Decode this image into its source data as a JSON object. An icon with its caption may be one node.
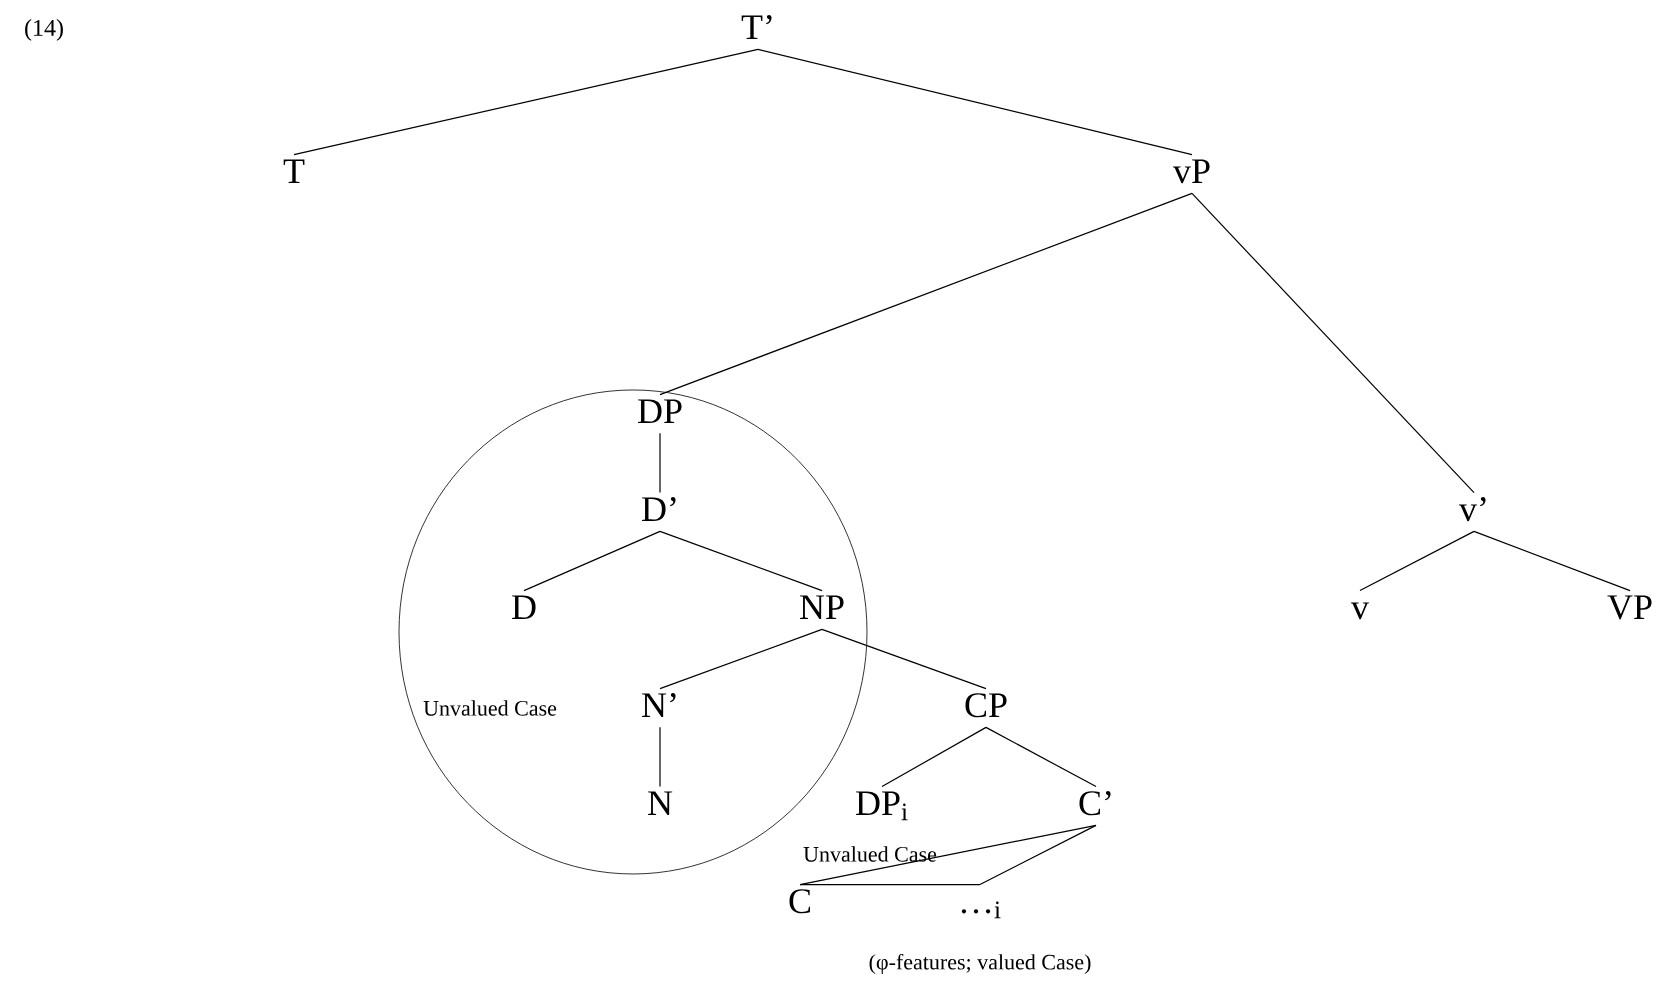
{
  "diagram": {
    "nodes": [
      {
        "text": [
          "T’"
        ]
      },
      {
        "text": [
          "T"
        ]
      },
      {
        "text": [
          "vP"
        ]
      },
      {
        "text": [],
        "shape": "ellipse"
      },
      {
        "text": [
          "DP"
        ],
        "in": 3
      },
      {
        "text": [
          "D’"
        ],
        "in": 3
      },
      {
        "text": [
          "D"
        ],
        "in": 3
      },
      {
        "text": [
          "NP"
        ],
        "in": 3
      },
      {
        "text": [
          "N’"
        ],
        "in": 3
      },
      {
        "text": [
          "N"
        ],
        "in": 3
      },
      {
        "text": [
          "CP"
        ]
      },
      {
        "text": [
          "DP$_{i}$"
        ],
        "beside": [
          "Unvalued Case"
        ]
      },
      {
        "text": [
          "C’"
        ]
      },
      {
        "text": [
          "C"
        ]
      },
      {
        "text": [
          "…$_{i}$"
        ],
        "beside": [
          "(φ-features; valued Case)"
        ]
      },
      {
        "text": [
          "v’"
        ]
      },
      {
        "text": [
          "v"
        ]
      },
      {
        "text": [
          "VP"
        ]
      }
    ],
    "edges": [
      {
        "from": 0,
        "to": 1,
        "arrow": "none"
      },
      {
        "from": 0,
        "to": 2,
        "arrow": "none"
      },
      {
        "from": 2,
        "to": 4,
        "arrow": "none"
      },
      {
        "from": 2,
        "to": 15,
        "arrow": "none"
      },
      {
        "from": 4,
        "to": 5,
        "arrow": "none"
      },
      {
        "from": 5,
        "to": 6,
        "arrow": "none"
      },
      {
        "from": 5,
        "to": 7,
        "arrow": "none"
      },
      {
        "from": 7,
        "to": 8,
        "arrow": "none"
      },
      {
        "from": 8,
        "to": 9,
        "arrow": "none"
      },
      {
        "from": 7,
        "to": 10,
        "arrow": "none"
      },
      {
        "from": 10,
        "to": 11,
        "arrow": "none"
      },
      {
        "from": 10,
        "to": 12,
        "arrow": "none"
      },
      {
        "from": 12,
        "to": 13,
        "arrow": "none"
      },
      {
        "from": 12,
        "to": 14,
        "arrow": "none"
      },
      {
        "from": 13,
        "to": 14,
        "arrow": "none"
      },
      {
        "from": 15,
        "to": 16,
        "arrow": "none"
      },
      {
        "from": 15,
        "to": 17,
        "arrow": "none"
      }
    ],
    "labels": [
      "(14)",
      "Unvalued Case"
    ]
  }
}
